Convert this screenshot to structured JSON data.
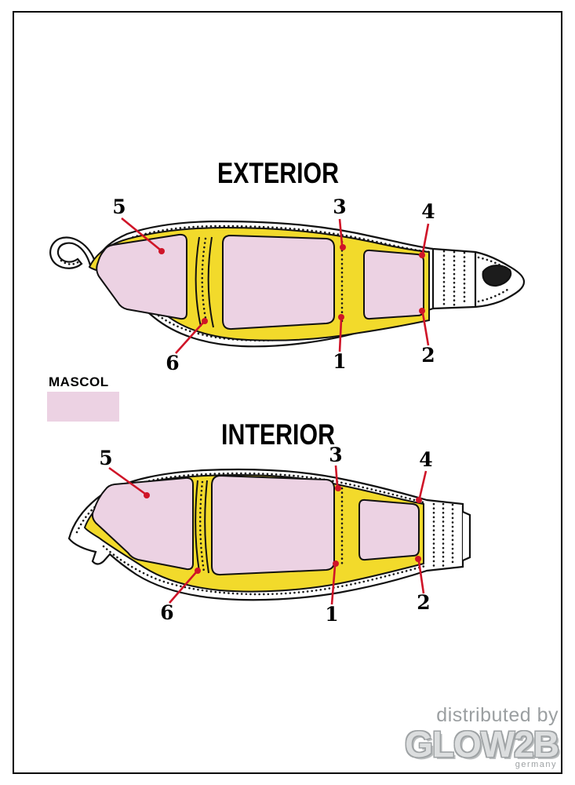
{
  "titles": {
    "exterior": "EXTERIOR",
    "interior": "INTERIOR"
  },
  "legend": {
    "label": "MASCOL"
  },
  "watermark": {
    "distributed_by": "distributed by",
    "brand": "GLOW2B",
    "country": "germany"
  },
  "exterior": {
    "callouts": {
      "c1": "1",
      "c2": "2",
      "c3": "3",
      "c4": "4",
      "c5": "5",
      "c6": "6"
    }
  },
  "interior": {
    "callouts": {
      "c1": "1",
      "c2": "2",
      "c3": "3",
      "c4": "4",
      "c5": "5",
      "c6": "6"
    }
  },
  "colors": {
    "mask_pink": "#ecd2e3",
    "frame_yellow": "#f2da2b",
    "callout_red": "#cf1428",
    "outline": "#111111",
    "watermark_gray": "#9ea2a4"
  }
}
